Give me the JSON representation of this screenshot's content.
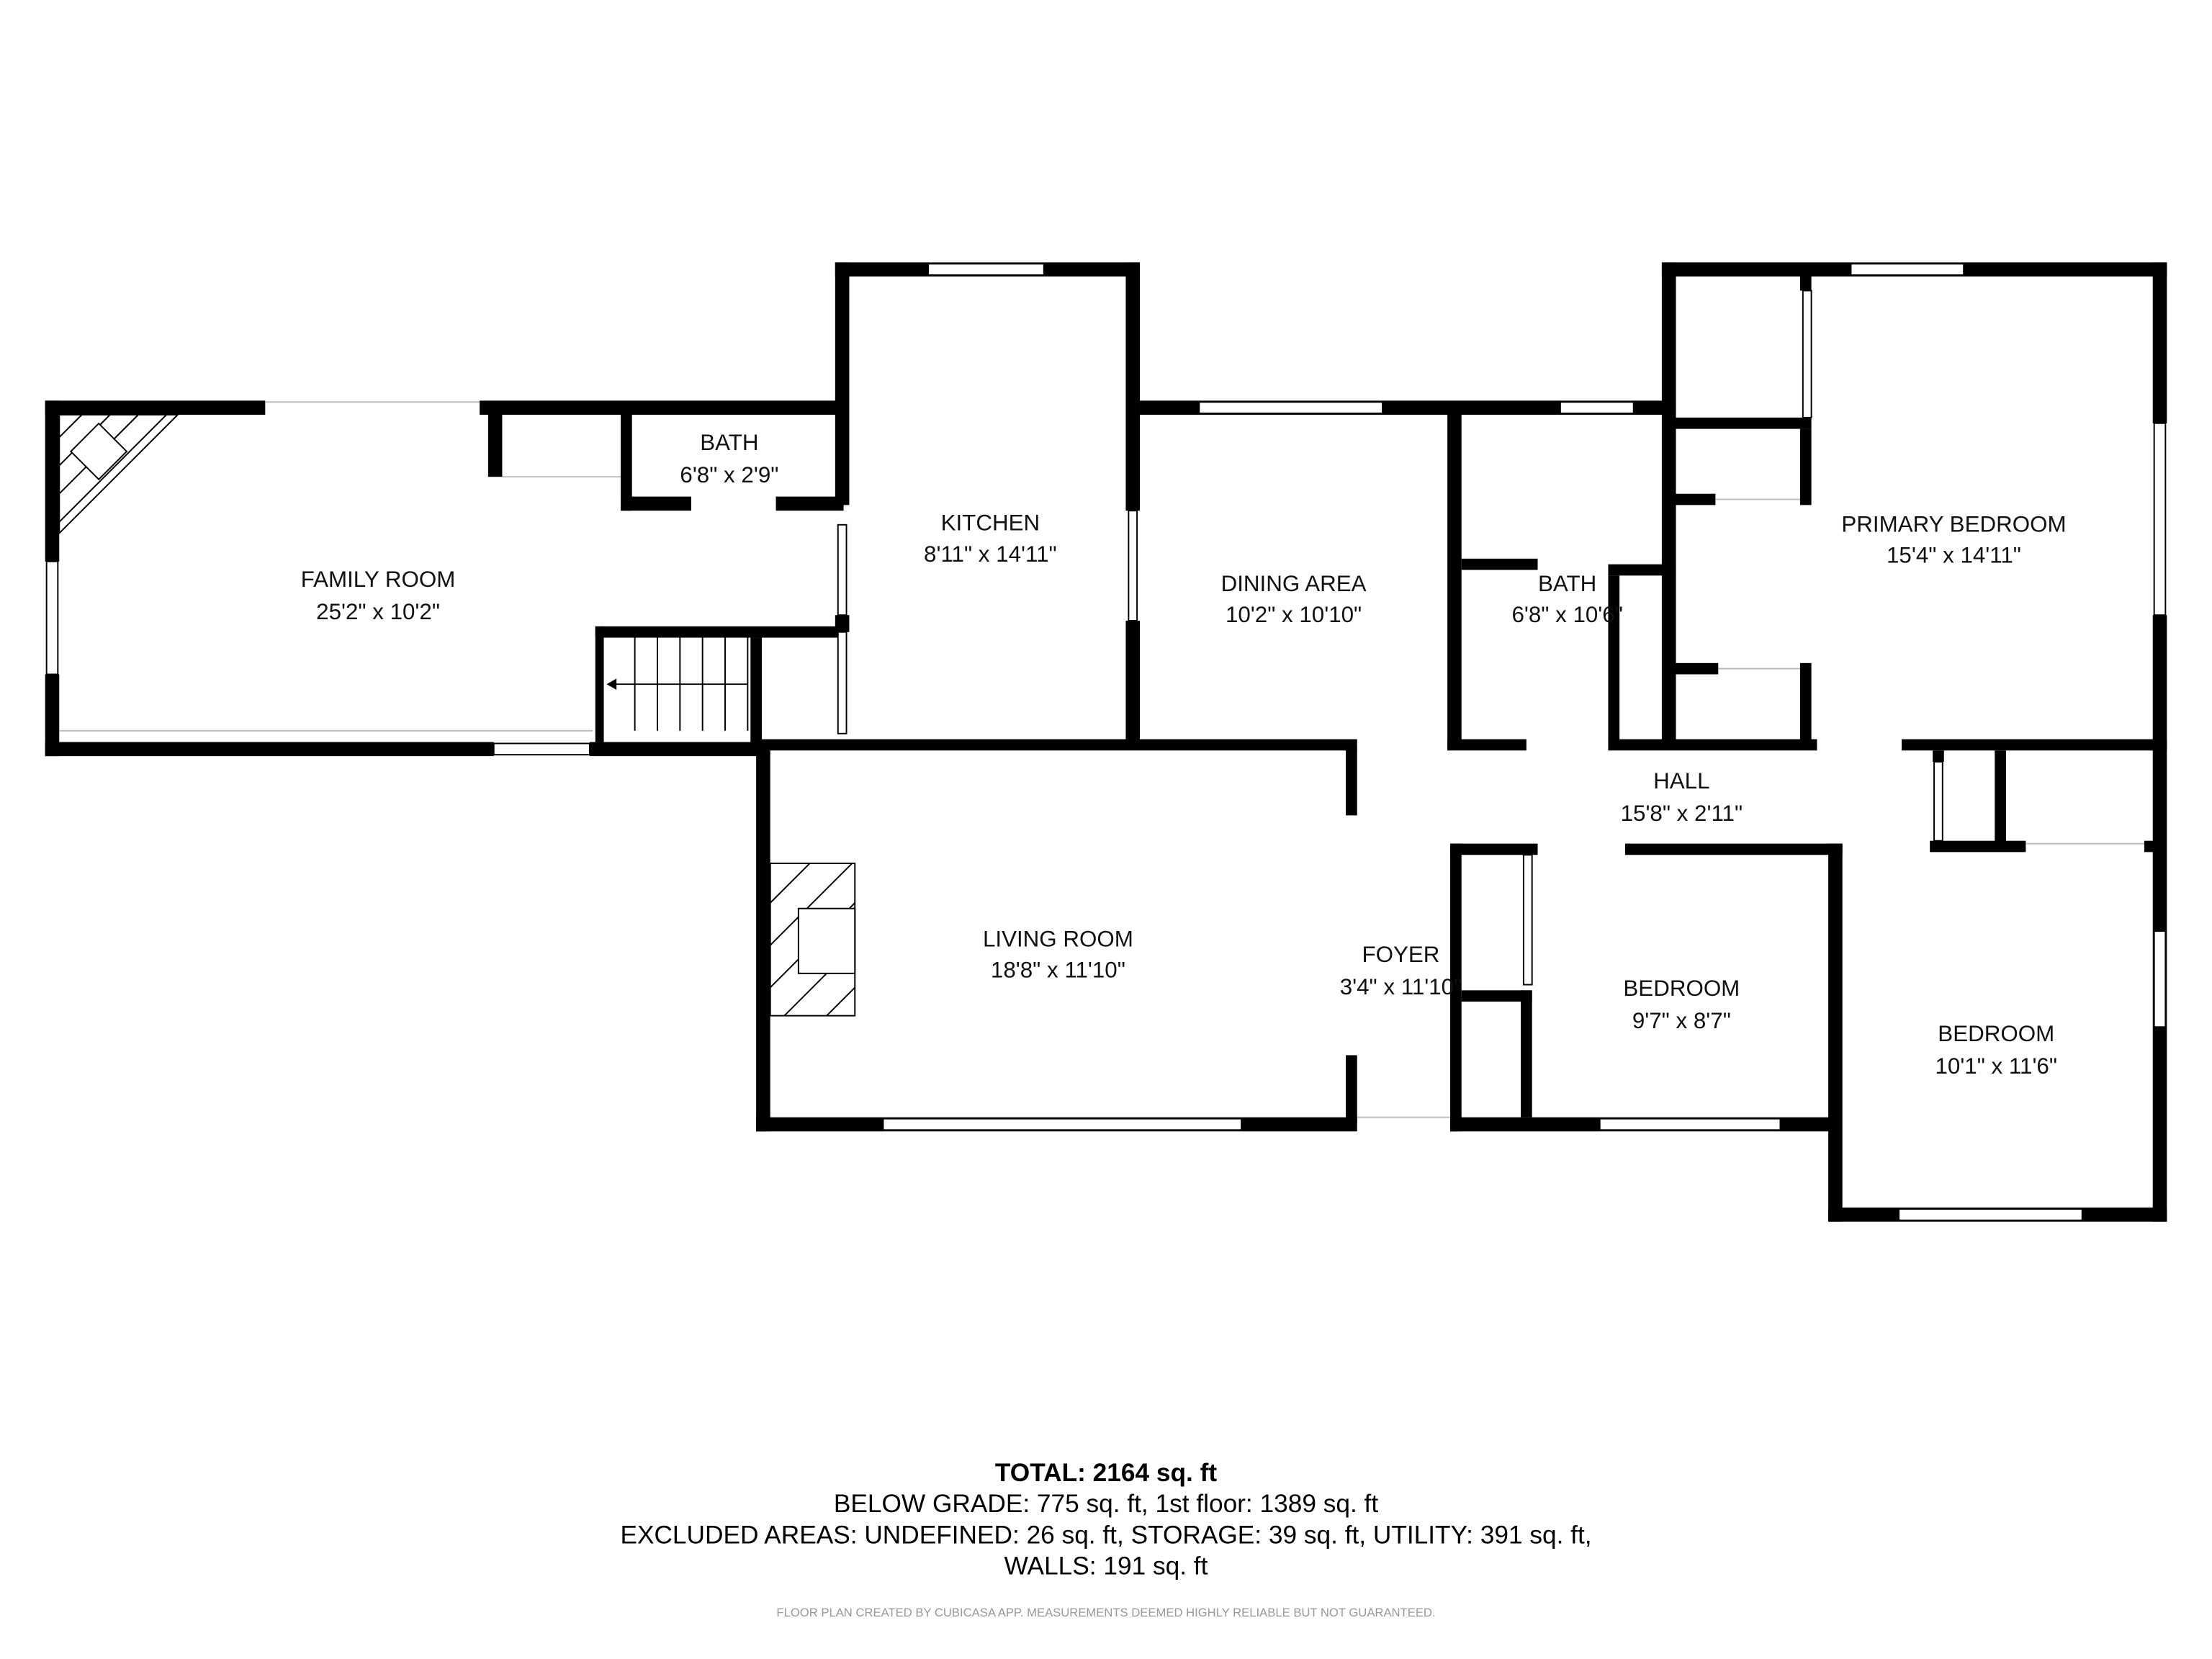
{
  "rooms": [
    {
      "name": "FAMILY ROOM",
      "dims": "25'2\" x 10'2\""
    },
    {
      "name": "BATH",
      "dims": "6'8\" x 2'9\""
    },
    {
      "name": "KITCHEN",
      "dims": "8'11\" x 14'11\""
    },
    {
      "name": "DINING AREA",
      "dims": "10'2\" x 10'10\""
    },
    {
      "name": "BATH",
      "dims": "6'8\" x 10'6\""
    },
    {
      "name": "PRIMARY BEDROOM",
      "dims": "15'4\" x 14'11\""
    },
    {
      "name": "HALL",
      "dims": "15'8\" x 2'11\""
    },
    {
      "name": "LIVING ROOM",
      "dims": "18'8\" x 11'10\""
    },
    {
      "name": "FOYER",
      "dims": "3'4\" x 11'10\""
    },
    {
      "name": "BEDROOM",
      "dims": "9'7\" x 8'7\""
    },
    {
      "name": "BEDROOM",
      "dims": "10'1\" x 11'6\""
    }
  ],
  "summary": {
    "total": "TOTAL: 2164 sq. ft",
    "breakdown": "BELOW GRADE: 775 sq. ft, 1st floor: 1389 sq. ft",
    "excluded": "EXCLUDED AREAS: UNDEFINED: 26 sq. ft, STORAGE: 39 sq. ft, UTILITY: 391 sq. ft,",
    "walls": "WALLS: 191 sq. ft",
    "credit": "FLOOR PLAN CREATED BY CUBICASA APP. MEASUREMENTS DEEMED HIGHLY RELIABLE BUT NOT GUARANTEED."
  },
  "colors": {
    "walls": "#000000",
    "background": "#ffffff",
    "credit": "#999999"
  }
}
